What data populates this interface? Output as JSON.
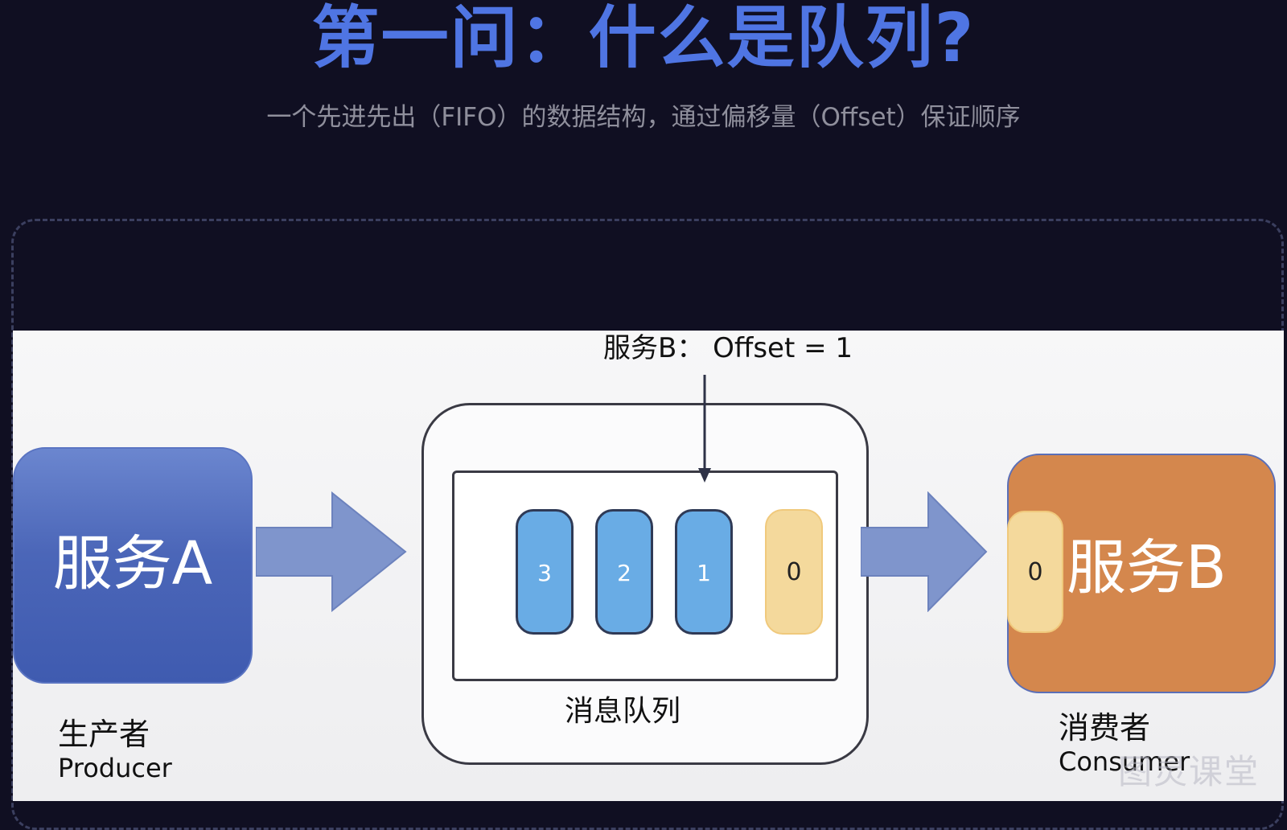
{
  "title": "第一问：什么是队列?",
  "subtitle": "一个先进先出（FIFO）的数据结构，通过偏移量（Offset）保证顺序",
  "diagram": {
    "producer": {
      "box_label": "服务A",
      "caption_cn": "生产者",
      "caption_en": "Producer"
    },
    "queue": {
      "caption": "消息队列",
      "messages": [
        "3",
        "2",
        "1",
        "0"
      ],
      "pointer_label": "服务B： Offset = 1"
    },
    "consumer": {
      "box_label": "服务B",
      "consumed_message": "0",
      "caption_cn": "消费者",
      "caption_en": "Consumer"
    }
  },
  "watermark": "图灵课堂",
  "colors": {
    "background": "#100f22",
    "title": "#4f75e3",
    "producer": "#4b66b8",
    "consumer": "#d4874d",
    "message_pending": "#69ace5",
    "message_consumed": "#f4d99c",
    "arrow": "#7f95cc"
  }
}
